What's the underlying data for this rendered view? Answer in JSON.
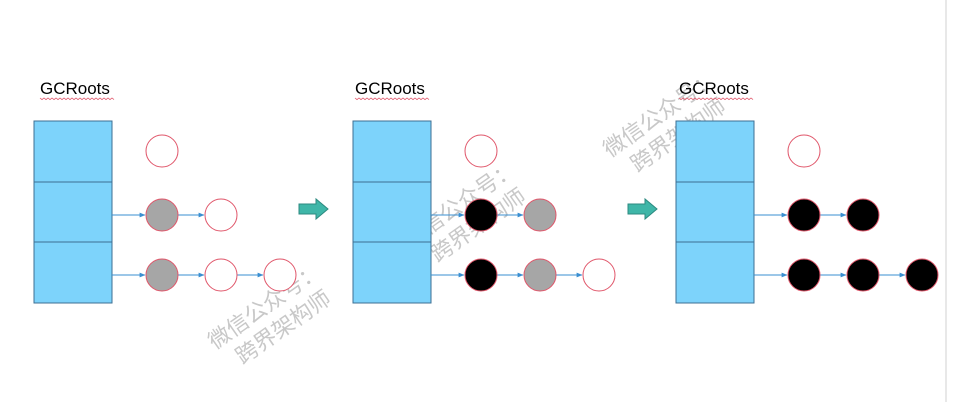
{
  "colors": {
    "stack_fill": "#7dd3fb",
    "stack_stroke": "#3d6f93",
    "edge": "#3a8fd1",
    "node_stroke": "#e0566a",
    "white": "#ffffff",
    "gray": "#a6a6a6",
    "black": "#000000",
    "step_arrow": "#3fb6a8",
    "step_arrow_stroke": "#2c8a80",
    "label_underline": "#e0566a",
    "right_edge_line": "#d0d0d0",
    "watermark": "#c8c8c8"
  },
  "panels": [
    {
      "label": "GCRoots",
      "rows": [
        [
          "white"
        ],
        [
          "gray",
          "white"
        ],
        [
          "gray",
          "white",
          "white"
        ]
      ]
    },
    {
      "label": "GCRoots",
      "rows": [
        [
          "white"
        ],
        [
          "black",
          "gray"
        ],
        [
          "black",
          "gray",
          "white"
        ]
      ]
    },
    {
      "label": "GCRoots",
      "rows": [
        [
          "white"
        ],
        [
          "black",
          "black"
        ],
        [
          "black",
          "black",
          "black"
        ]
      ]
    }
  ],
  "step_arrows": [
    {
      "icon": "teal-right-arrow-icon"
    },
    {
      "icon": "teal-right-arrow-icon"
    }
  ],
  "watermarks": [
    {
      "line1": "微信公众号：",
      "line2": "跨界架构师"
    },
    {
      "line1": "微信公众号：",
      "line2": "跨界架构师"
    },
    {
      "line1": "微信公众号：",
      "line2": "跨界架构师"
    }
  ]
}
